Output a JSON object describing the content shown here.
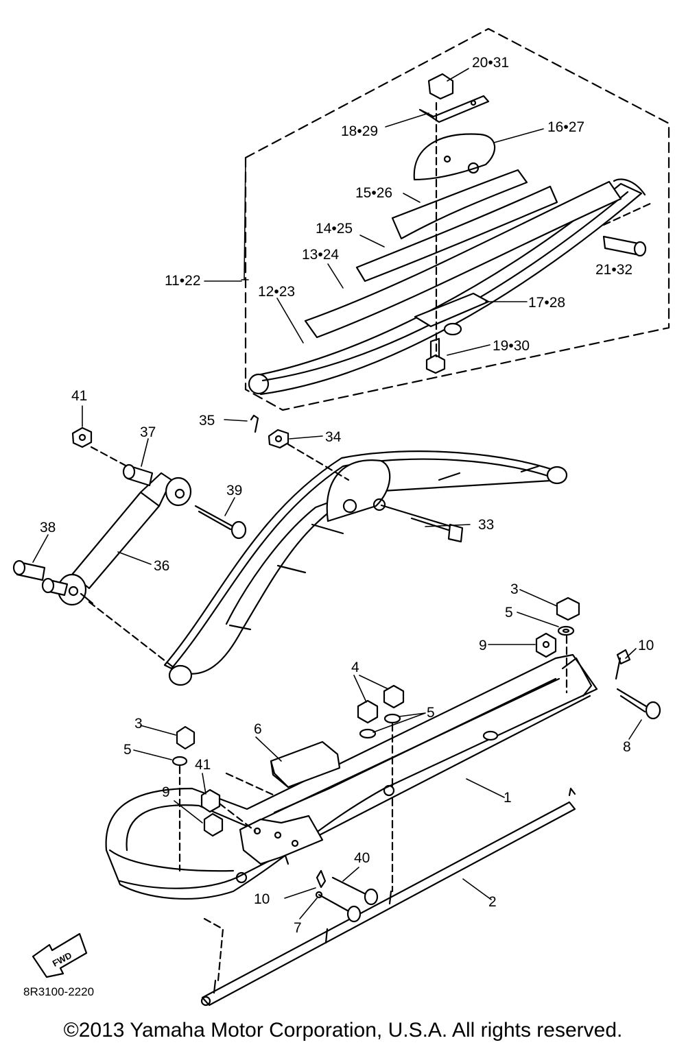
{
  "callouts": {
    "c1": "1",
    "c2": "2",
    "c3a": "3",
    "c3b": "3",
    "c4": "4",
    "c5a": "5",
    "c5b": "5",
    "c5c": "5",
    "c6": "6",
    "c7": "7",
    "c8": "8",
    "c9a": "9",
    "c9b": "9",
    "c10a": "10",
    "c10b": "10",
    "c11_22": "11•22",
    "c12_23": "12•23",
    "c13_24": "13•24",
    "c14_25": "14•25",
    "c15_26": "15•26",
    "c16_27": "16•27",
    "c17_28": "17•28",
    "c18_29": "18•29",
    "c19_30": "19•30",
    "c20_31": "20•31",
    "c21_32": "21•32",
    "c33": "33",
    "c34": "34",
    "c35": "35",
    "c36": "36",
    "c37": "37",
    "c38": "38",
    "c39": "39",
    "c40": "40",
    "c41a": "41",
    "c41b": "41"
  },
  "fwd_label": "FWD",
  "diagram_code": "8R3100-2220",
  "copyright": "©2013 Yamaha Motor Corporation, U.S.A. All rights reserved."
}
